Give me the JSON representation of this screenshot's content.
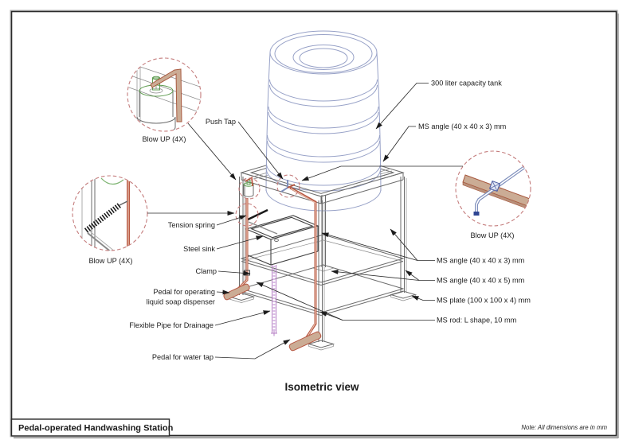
{
  "page": {
    "title_block": "Pedal-operated Handwashing Station",
    "note": "Note: All dimensions are in mm",
    "view_title": "Isometric view"
  },
  "labels": {
    "push_tap": "Push Tap",
    "blowup_dispenser": "Blow UP (4X)",
    "blowup_spring": "Blow UP (4X)",
    "blowup_pedal": "Blow UP (4X)",
    "tension_spring": "Tension spring",
    "steel_sink": "Steel sink",
    "clamp": "Clamp",
    "pedal_soap_line1": "Pedal for operating",
    "pedal_soap_line2": "liquid soap dispenser",
    "flexible_pipe": "Flexible Pipe for Drainage",
    "pedal_water": "Pedal for water tap",
    "tank": "300 liter capacity tank",
    "ms_angle_top": "MS angle (40 x 40 x 3) mm",
    "ms_angle_3": "MS angle (40 x 40 x 3) mm",
    "ms_angle_5": "MS angle (40 x 40 x 5) mm",
    "ms_plate": "MS plate (100 x 100 x 4) mm",
    "ms_rod": "MS rod: L shape, 10 mm"
  },
  "colors": {
    "rod_red": "#b85843",
    "pedal_tan": "#cbac95",
    "tank_blue": "#97a1c7",
    "pipe_purple": "#b57fc4",
    "detail_circle": "#c47c7c",
    "dispenser_green": "#5d9b4f",
    "rod_blue": "#8090bd"
  }
}
